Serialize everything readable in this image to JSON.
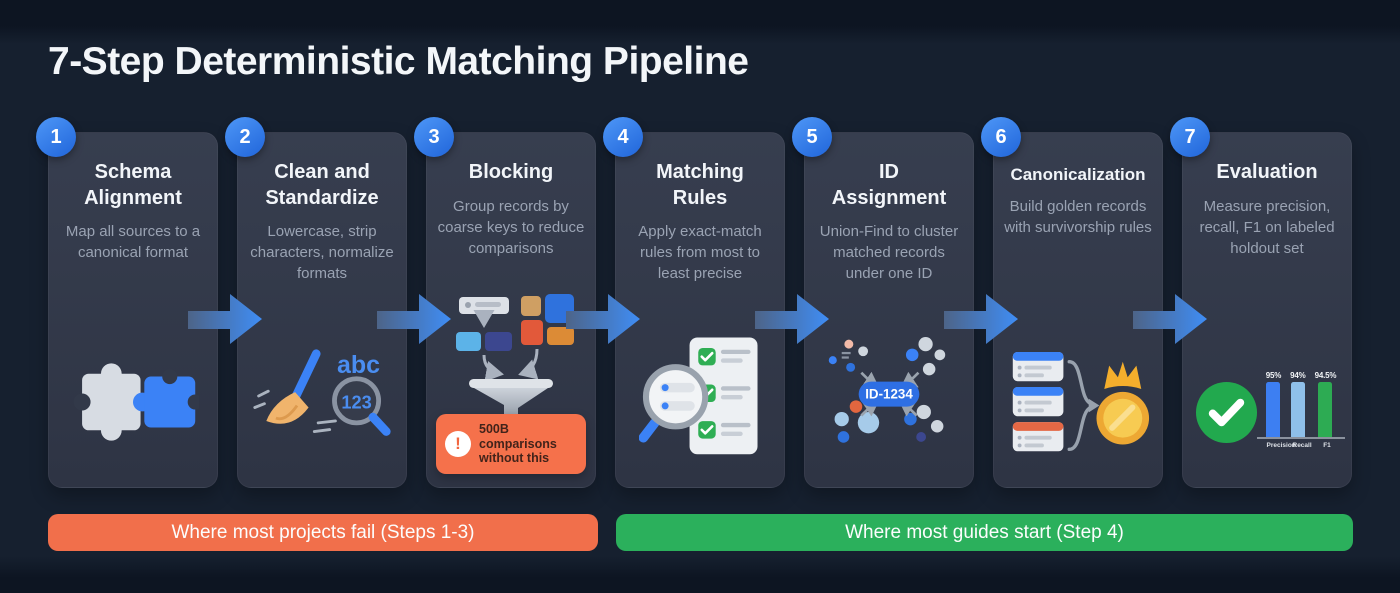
{
  "page": {
    "title": "7-Step Deterministic Matching Pipeline"
  },
  "steps": [
    {
      "number": "1",
      "title": "Schema Alignment",
      "description": "Map all sources to a canonical format",
      "icon": "puzzle-icon"
    },
    {
      "number": "2",
      "title": "Clean and Standardize",
      "description": "Lowercase, strip characters, normalize formats",
      "icon": "broom-magnifier-icon",
      "icon_text_top": "abc",
      "icon_text_lens": "123"
    },
    {
      "number": "3",
      "title": "Blocking",
      "description": "Group records by coarse keys to reduce comparisons",
      "icon": "blocking-funnel-icon",
      "callout": {
        "exclamation": "!",
        "line1": "500B comparisons",
        "line2": "without this"
      }
    },
    {
      "number": "4",
      "title": "Matching Rules",
      "description": "Apply exact-match rules from most to least precise",
      "icon": "checklist-magnifier-icon"
    },
    {
      "number": "5",
      "title": "ID Assignment",
      "description": "Union-Find to cluster matched records under one ID",
      "icon": "cluster-dots-icon",
      "id_label": "ID-1234"
    },
    {
      "number": "6",
      "title": "Canonicalization",
      "description": "Build golden records with survivorship rules",
      "icon": "golden-record-medal-icon"
    },
    {
      "number": "7",
      "title": "Evaluation",
      "description": "Measure precision, recall, F1 on labeled holdout set",
      "icon": "check-bar-chart-icon",
      "metrics": [
        {
          "label": "Precision",
          "display": "95%",
          "value": 95,
          "color": "#3d7ff2"
        },
        {
          "label": "Recall",
          "display": "94%",
          "value": 94,
          "color": "#8fc0ea"
        },
        {
          "label": "F1",
          "display": "94.5%",
          "value": 94.5,
          "color": "#2dab53"
        }
      ]
    }
  ],
  "banners": {
    "fail": {
      "label": "Where most projects fail (Steps 1-3)",
      "color": "#f16f4b"
    },
    "start": {
      "label": "Where most guides start (Step 4)",
      "color": "#2bb05c"
    }
  },
  "colors": {
    "accent_blue": "#3b82f6",
    "card_bg": "#333a4a",
    "background": "#16202f"
  }
}
